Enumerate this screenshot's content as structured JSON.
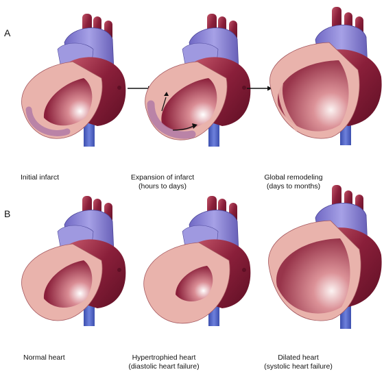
{
  "panels": {
    "a": {
      "letter": "A",
      "captions": [
        {
          "line1": "Initial infarct",
          "line2": ""
        },
        {
          "line1": "Expansion of infarct",
          "line2": "(hours to days)"
        },
        {
          "line1": "Global remodeling",
          "line2": "(days to months)"
        }
      ]
    },
    "b": {
      "letter": "B",
      "captions": [
        {
          "line1": "Normal heart",
          "line2": ""
        },
        {
          "line1": "Hypertrophied heart",
          "line2": "(diastolic heart failure)"
        },
        {
          "line1": "Dilated heart",
          "line2": "(systolic heart failure)"
        }
      ]
    }
  },
  "colors": {
    "vessel_blue": "#8c86d6",
    "vessel_blue_dark": "#5d56a8",
    "vein_blue": "#4f62c4",
    "muscle_red": "#8a1f3a",
    "muscle_dark": "#5e0f24",
    "chamber_pink": "#e9b3ac",
    "chamber_edge": "#c98a86",
    "infarct": "#b27aa6"
  }
}
